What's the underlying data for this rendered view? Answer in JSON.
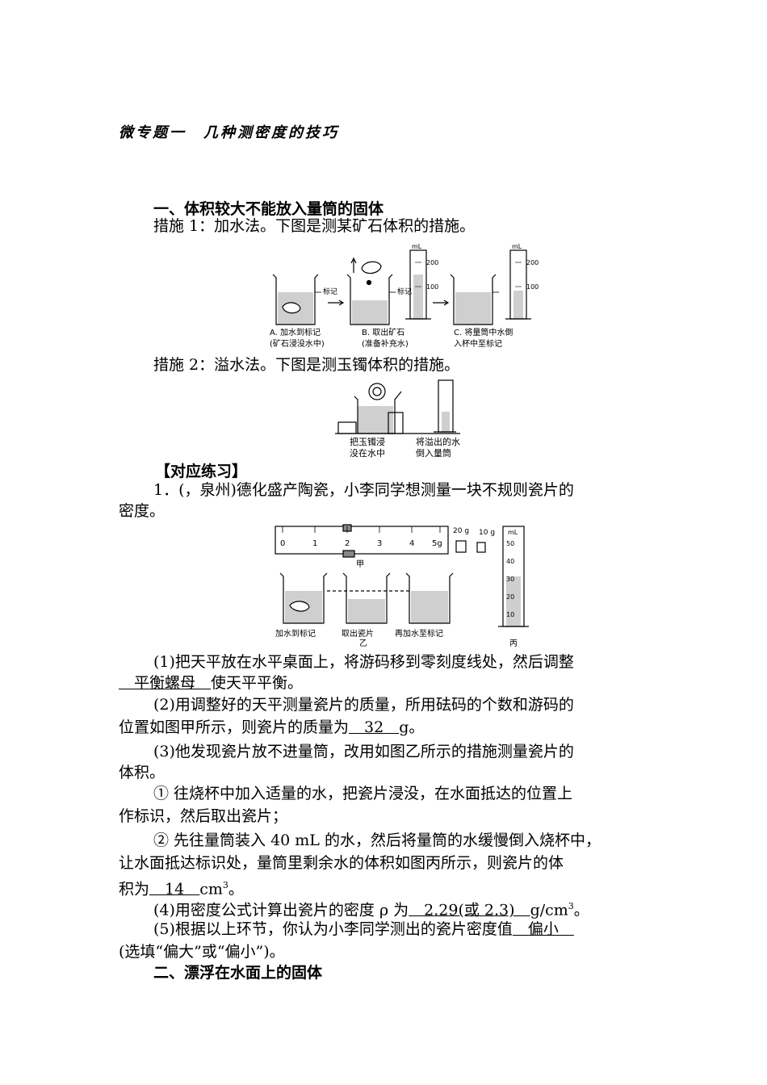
{
  "title": "微专题一　几种测密度的技巧",
  "section1": {
    "heading": "一、体积较大不能放入量筒的固体",
    "method1": "措施 1：加水法。下图是测某矿石体积的措施。",
    "fig1": {
      "mark": "标记",
      "mark2": "标记",
      "ml": "mL",
      "ml2": "mL",
      "tick200": "200",
      "tick100": "100",
      "tick200b": "200",
      "tick100b": "100",
      "a1": "A. 加水到标记",
      "a2": "(矿石浸没水中)",
      "b1": "B. 取出矿石",
      "b2": "(准备补充水)",
      "c1": "C. 将量筒中水倒",
      "c2": "入杯中至标记"
    },
    "method2": "措施 2：溢水法。下图是测玉镯体积的措施。",
    "fig2": {
      "l1": "把玉镯浸",
      "l2": "没在水中",
      "r1": "将溢出的水",
      "r2": "倒入量筒"
    }
  },
  "practice": {
    "heading": "【对应练习】",
    "q1_line1": "1．(，泉州)德化盛产陶瓷，小李同学想测量一块不规则瓷片的",
    "q1_line2": "密度。",
    "fig3": {
      "scale": [
        "0",
        "1",
        "2",
        "3",
        "4",
        "5g"
      ],
      "w20": "20 g",
      "w10": "10 g",
      "jia": "甲",
      "yi": "乙",
      "bing": "丙",
      "b1": "加水到标记",
      "b2": "取出瓷片",
      "b3": "再加水至标记",
      "ml": "mL",
      "cyl": [
        "50",
        "40",
        "30",
        "20",
        "10"
      ]
    },
    "s1_a": "(1)把天平放在水平桌面上，将游码移到零刻度线处，然后调整",
    "s1_ans": "　平衡螺母　",
    "s1_b": "使天平平衡。",
    "s2_a": "(2)用调整好的天平测量瓷片的质量，所用砝码的个数和游码的",
    "s2_b": "位置如图甲所示，则瓷片的质量为",
    "s2_ans": "　32　",
    "s2_c": "g。",
    "s3_a": "(3)他发现瓷片放不进量筒，改用如图乙所示的措施测量瓷片的",
    "s3_b": "体积。",
    "s3_c1": "① 往烧杯中加入适量的水，把瓷片浸没，在水面抵达的位置上",
    "s3_c2": "作标识，然后取出瓷片；",
    "s3_d1": "② 先往量筒装入 40 mL 的水，然后将量筒的水缓慢倒入烧杯中，",
    "s3_d2": "让水面抵达标识处，量筒里剩余水的体积如图丙所示，则瓷片的体",
    "s3_d3": "积为",
    "s3_ans": "　14　",
    "s3_unit": "cm",
    "s3_sup": "3",
    "s3_end": "。",
    "s4_a": "(4)用密度公式计算出瓷片的密度 ρ 为",
    "s4_ans": "　2.29(或 2.3)　",
    "s4_unit": "g/cm",
    "s4_sup": "3",
    "s4_end": "。",
    "s5_a": "(5)根据以上环节，你认为小李同学测出的瓷片密度值",
    "s5_ans": "　偏小　",
    "s5_b": "(选填“偏大”或“偏小”)。"
  },
  "section2": {
    "heading": "二、漂浮在水面上的固体"
  }
}
